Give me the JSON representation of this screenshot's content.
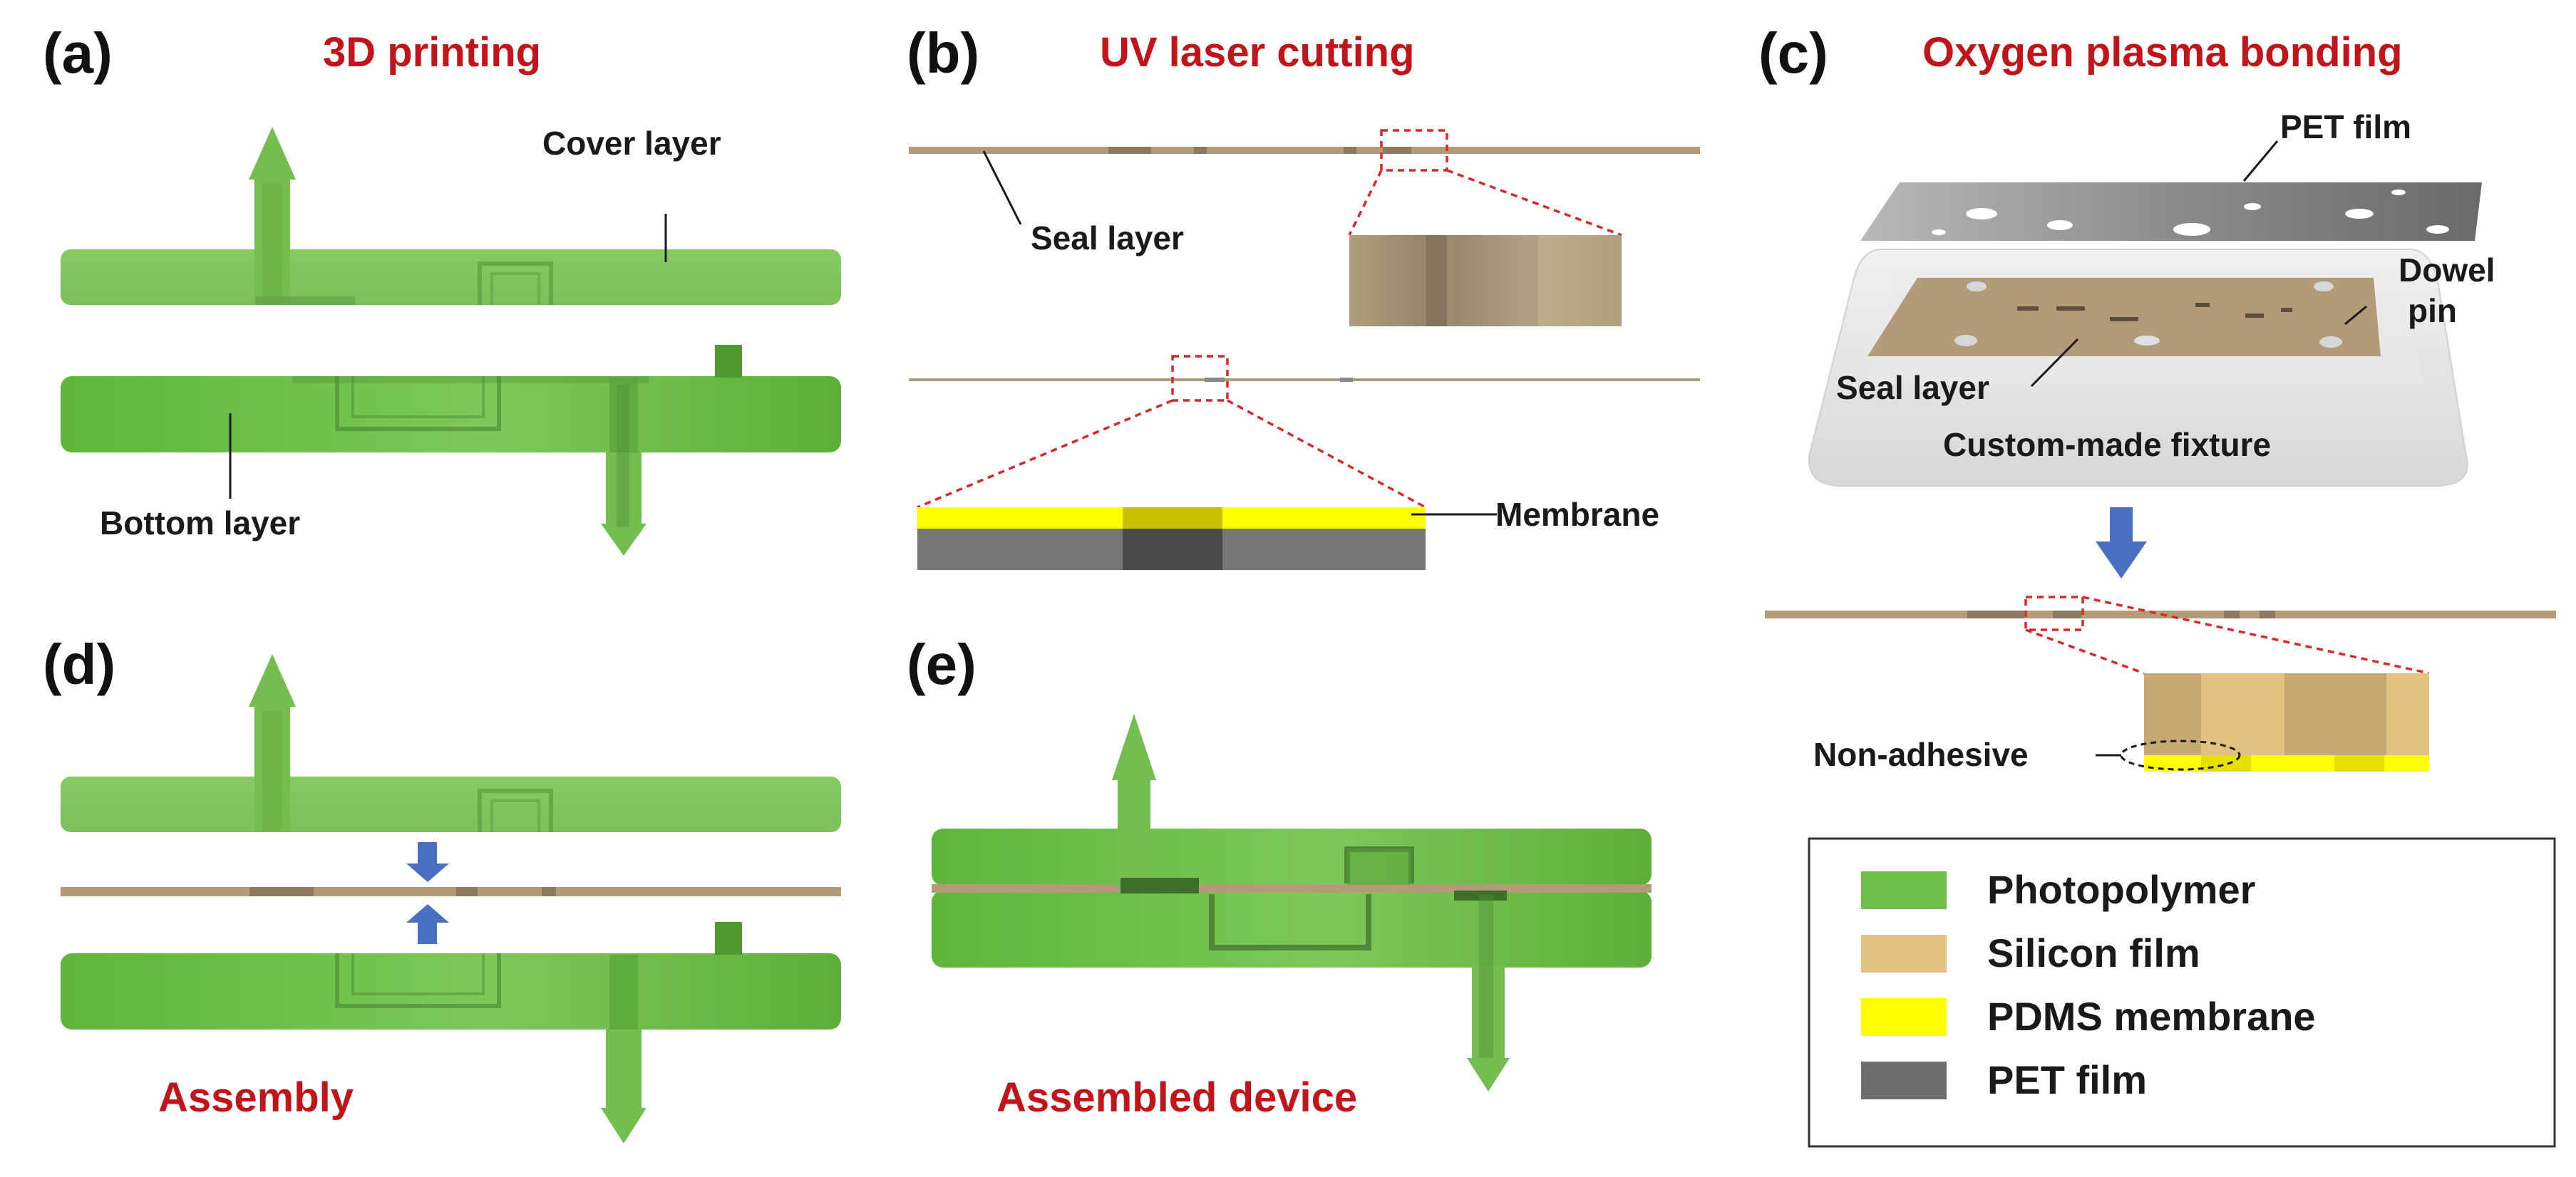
{
  "panels": {
    "a": {
      "label": "(a)",
      "title": "3D printing",
      "cover_label": "Cover layer",
      "bottom_label": "Bottom layer"
    },
    "b": {
      "label": "(b)",
      "title": "UV laser cutting",
      "seal_label": "Seal layer",
      "membrane_label": "Membrane"
    },
    "c": {
      "label": "(c)",
      "title": "Oxygen plasma bonding",
      "pet_label": "PET film",
      "dowel_label_1": "Dowel",
      "dowel_label_2": "pin",
      "seal_label": "Seal layer",
      "fixture_label": "Custom-made fixture",
      "nonadhesive_label": "Non-adhesive"
    },
    "d": {
      "label": "(d)",
      "title": "Assembly"
    },
    "e": {
      "label": "(e)",
      "title": "Assembled device"
    }
  },
  "legend": {
    "items": [
      {
        "label": "Photopolymer",
        "color": "#6fbf4a"
      },
      {
        "label": "Silicon film",
        "color": "#e2c27f"
      },
      {
        "label": "PDMS membrane",
        "color": "#ffff00"
      },
      {
        "label": "PET film",
        "color": "#6e6e6e"
      }
    ]
  },
  "colors": {
    "photopolymer": "#7cc458",
    "photopolymer_dark": "#5fae3a",
    "seal": "#b39b7a",
    "pdms": "#ffff00",
    "pet": "#777777",
    "arrow": "#4a6fc1",
    "title_red": "#c0161b"
  }
}
